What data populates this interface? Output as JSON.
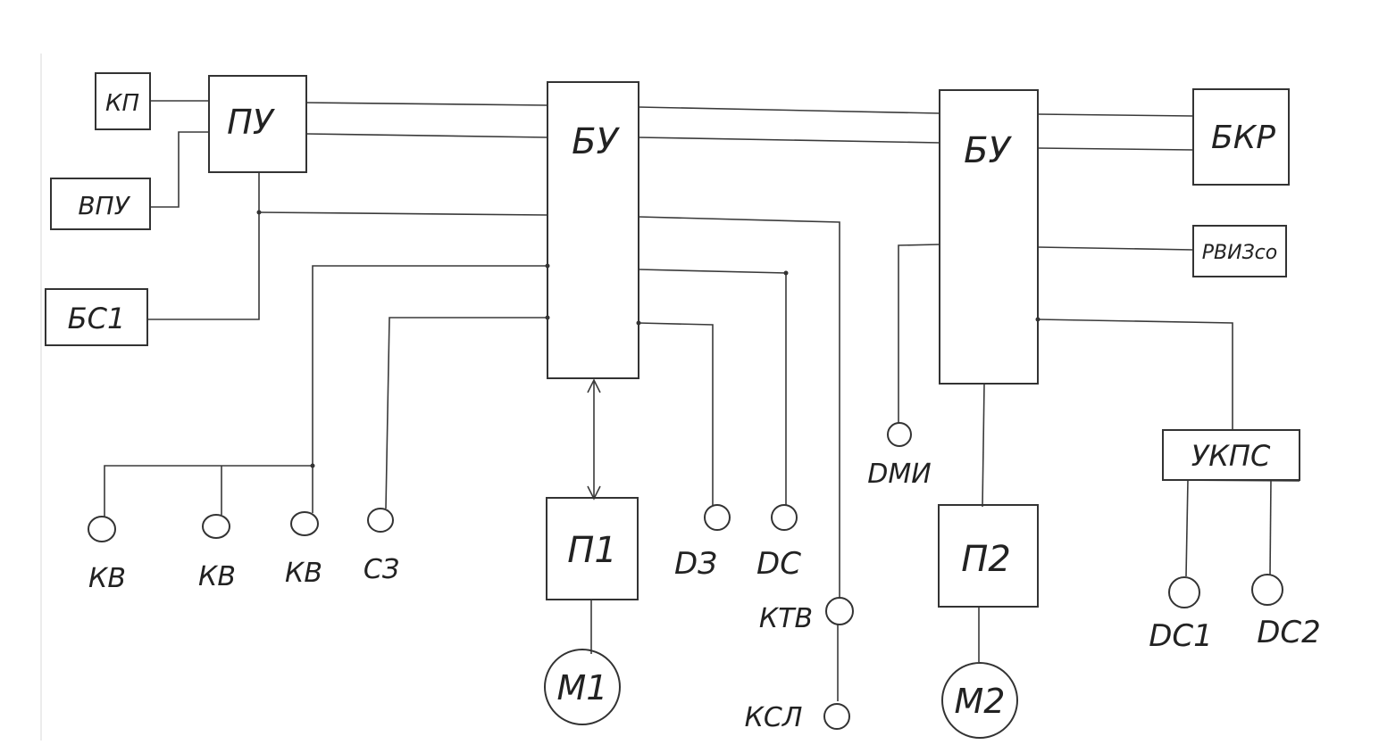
{
  "blocks": {
    "kp": "КП",
    "pu": "ПУ",
    "vpu": "ВПУ",
    "bs1": "БС1",
    "bu_left": "БУ",
    "bu_right": "БУ",
    "bkr": "БКР",
    "rviz": "РВИЗсо",
    "ukps": "УКПС",
    "p1": "П1",
    "p2": "П2",
    "m1": "М1",
    "m2": "М2"
  },
  "sensors": {
    "kv1": "КВ",
    "kv2": "КВ",
    "kv3": "КВ",
    "sz": "СЗ",
    "dz": "DЗ",
    "ds": "DС",
    "ktv": "КТВ",
    "ksl": "КСЛ",
    "dmi": "DМИ",
    "ds1": "DС1",
    "ds2": "DС2"
  },
  "colors": {
    "ink": "#333333",
    "paper": "#ffffff"
  }
}
